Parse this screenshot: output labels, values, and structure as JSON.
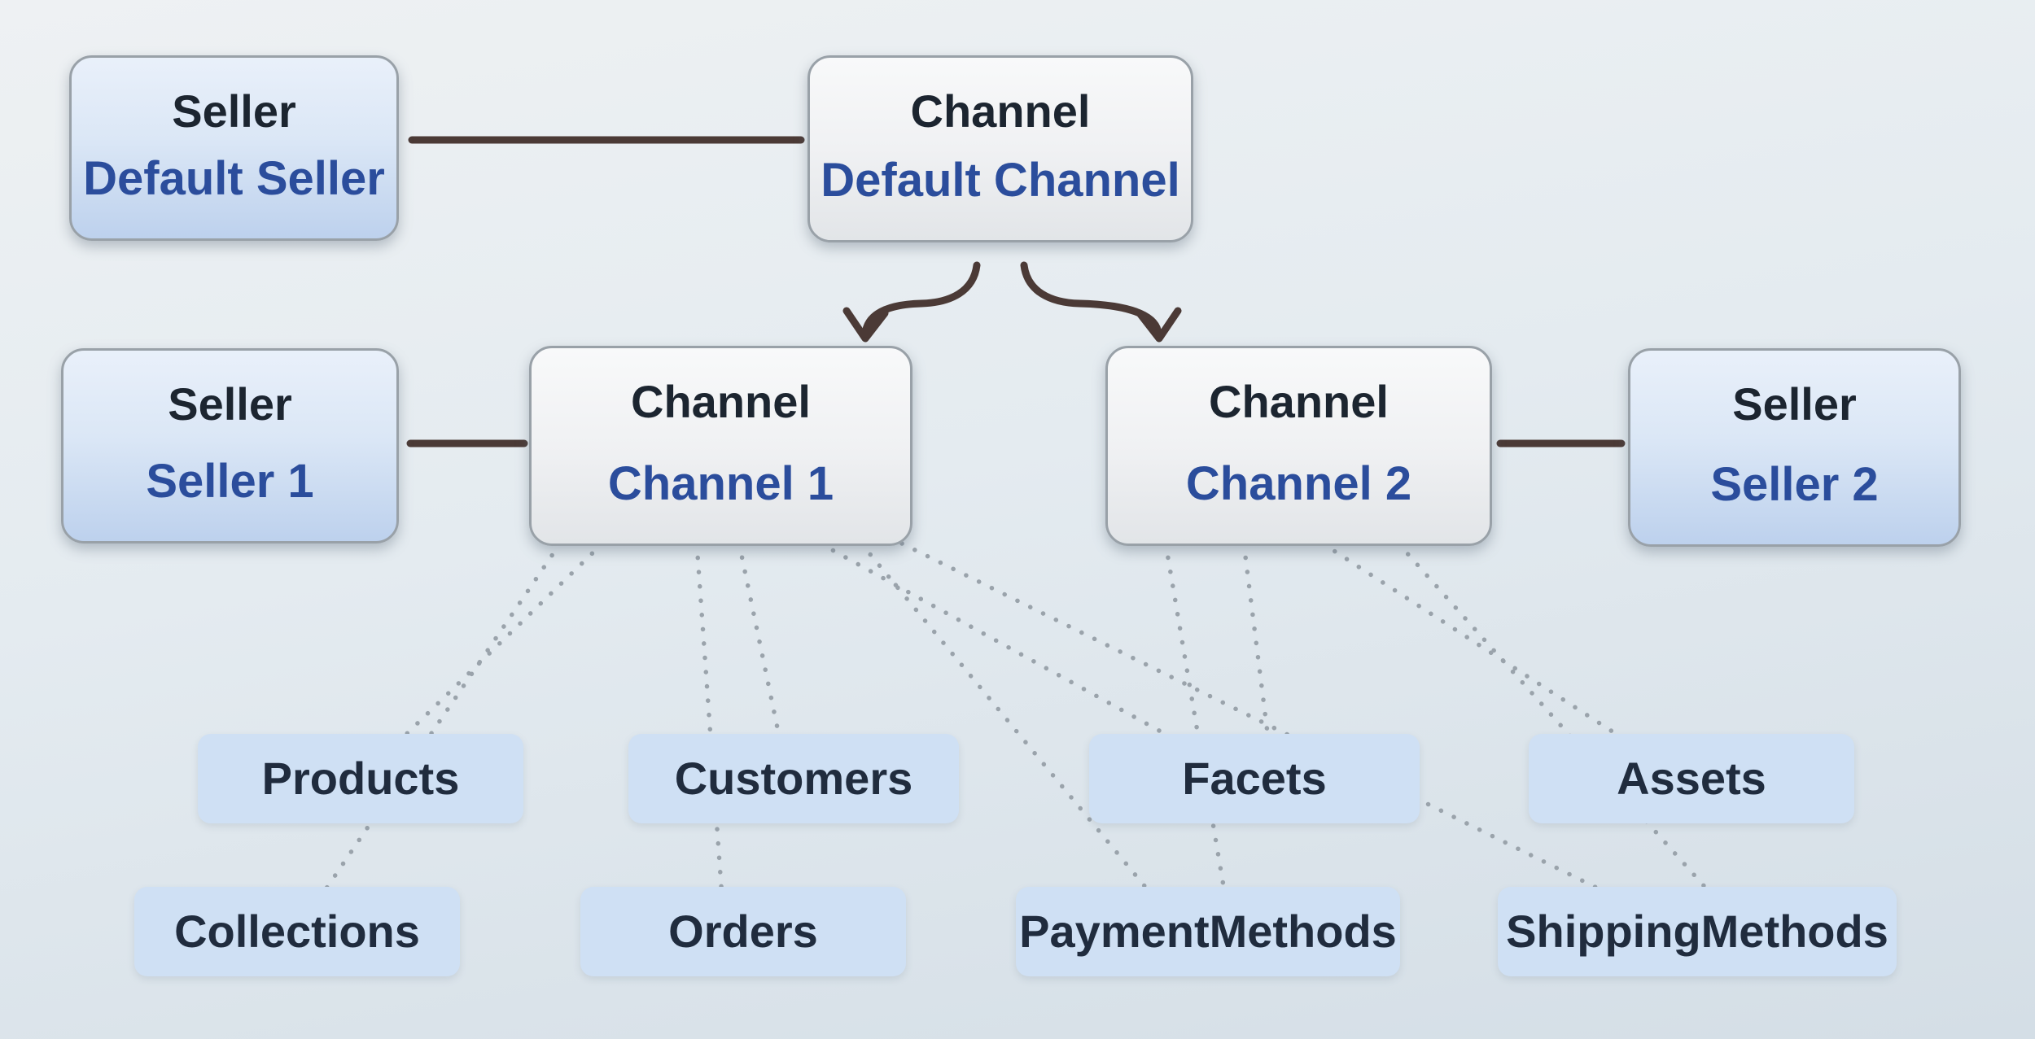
{
  "nodes": {
    "default_seller": {
      "type_label": "Seller",
      "name": "Default Seller"
    },
    "default_channel": {
      "type_label": "Channel",
      "name": "Default Channel"
    },
    "seller1": {
      "type_label": "Seller",
      "name": "Seller 1"
    },
    "channel1": {
      "type_label": "Channel",
      "name": "Channel 1"
    },
    "channel2": {
      "type_label": "Channel",
      "name": "Channel 2"
    },
    "seller2": {
      "type_label": "Seller",
      "name": "Seller 2"
    }
  },
  "entity_rows": [
    [
      {
        "label": "Products"
      },
      {
        "label": "Customers"
      },
      {
        "label": "Facets"
      },
      {
        "label": "Assets"
      }
    ],
    [
      {
        "label": "Collections"
      },
      {
        "label": "Orders"
      },
      {
        "label": "PaymentMethods"
      },
      {
        "label": "ShippingMethods"
      }
    ]
  ],
  "connections": {
    "solid": [
      {
        "from": "Default Seller",
        "to": "Default Channel"
      },
      {
        "from": "Seller 1",
        "to": "Channel 1"
      },
      {
        "from": "Channel 2",
        "to": "Seller 2"
      }
    ],
    "arrows": [
      {
        "from": "Default Channel",
        "to": "Channel 1"
      },
      {
        "from": "Default Channel",
        "to": "Channel 2"
      }
    ],
    "dotted": [
      {
        "from": "Channel 1",
        "to": "Collections"
      },
      {
        "from": "Channel 1",
        "to": "Products"
      },
      {
        "from": "Channel 1",
        "to": "Orders"
      },
      {
        "from": "Channel 1",
        "to": "Customers"
      },
      {
        "from": "Channel 1",
        "to": "Facets"
      },
      {
        "from": "Channel 1",
        "to": "PaymentMethods"
      },
      {
        "from": "Channel 1",
        "to": "ShippingMethods"
      },
      {
        "from": "Channel 2",
        "to": "PaymentMethods"
      },
      {
        "from": "Channel 2",
        "to": "Facets"
      },
      {
        "from": "Channel 2",
        "to": "Assets"
      },
      {
        "from": "Channel 2",
        "to": "ShippingMethods"
      }
    ]
  },
  "colors": {
    "bg_top": "#eef1f3",
    "bg_mid": "#e4ebf0",
    "bg_bottom": "#d4dee6",
    "box_border": "#99a1a8",
    "seller_fill_top": "#e9f0fa",
    "seller_fill_bottom": "#bdd1ed",
    "channel_fill_top": "#f8f9fa",
    "channel_fill_bottom": "#e2e5e8",
    "entity_fill": "#cfe0f4",
    "type_text": "#1c2530",
    "name_text": "#2b4d9c",
    "entity_text": "#202c3e",
    "solid_line": "#4b3a36",
    "dotted_line": "#9aa3ab"
  }
}
